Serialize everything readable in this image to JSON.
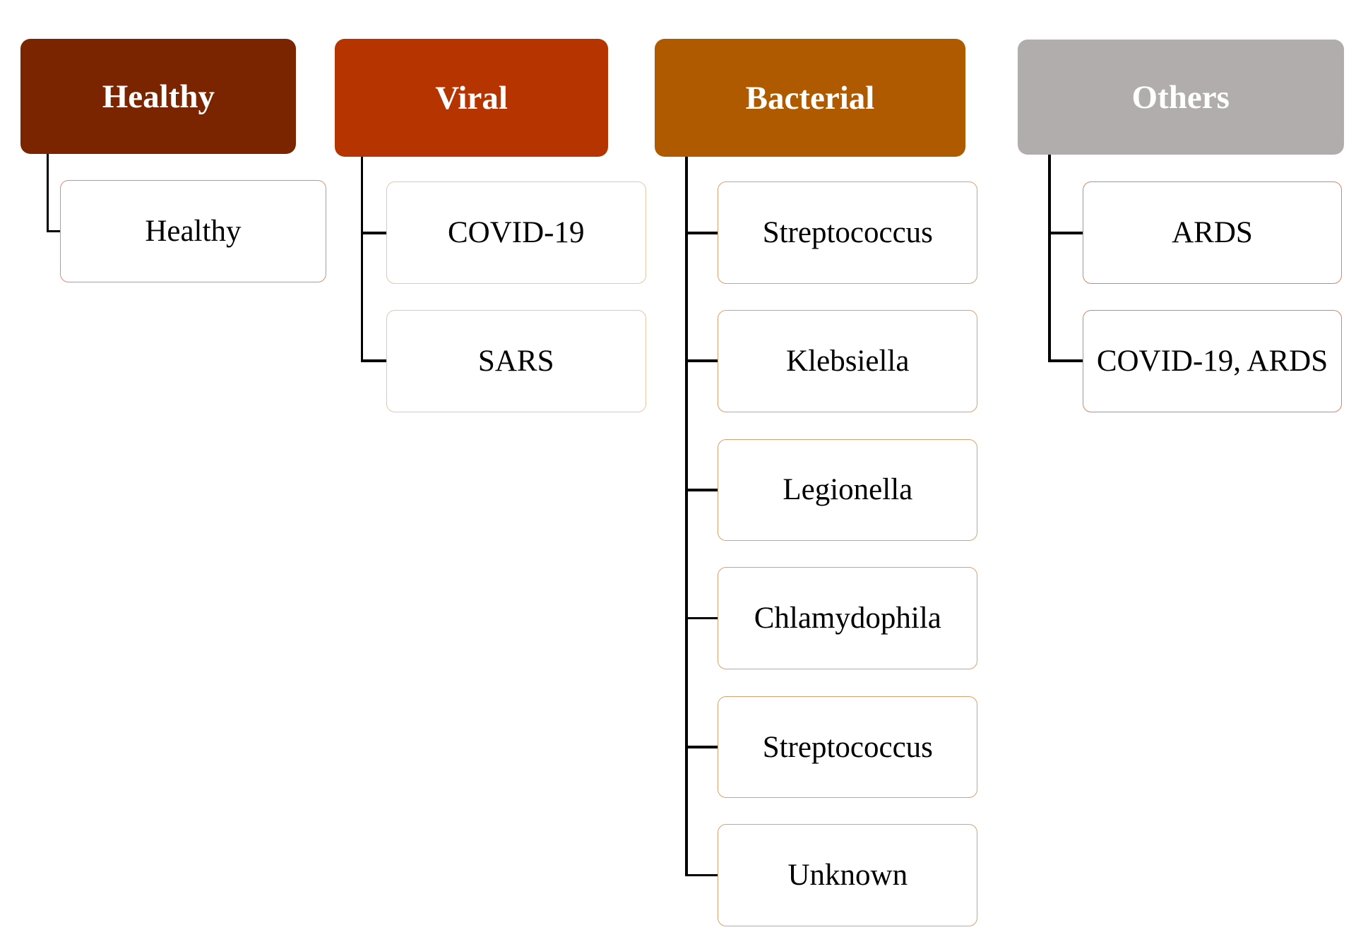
{
  "categories": [
    {
      "label": "Healthy",
      "color": "#7a2400",
      "item_border": "#e08a70",
      "items": [
        "Healthy"
      ]
    },
    {
      "label": "Viral",
      "color": "#b53400",
      "item_border": "#e8c6a8",
      "items": [
        "COVID-19",
        "SARS"
      ]
    },
    {
      "label": "Bacterial",
      "color": "#b05a00",
      "item_border": "#d9a070",
      "items": [
        "Streptococcus",
        "Klebsiella",
        "Legionella",
        "Chlamydophila",
        "Streptococcus",
        "Unknown"
      ]
    },
    {
      "label": "Others",
      "color": "#b0adac",
      "item_border": "#e08060",
      "items": [
        "ARDS",
        "COVID-19, ARDS"
      ]
    }
  ]
}
